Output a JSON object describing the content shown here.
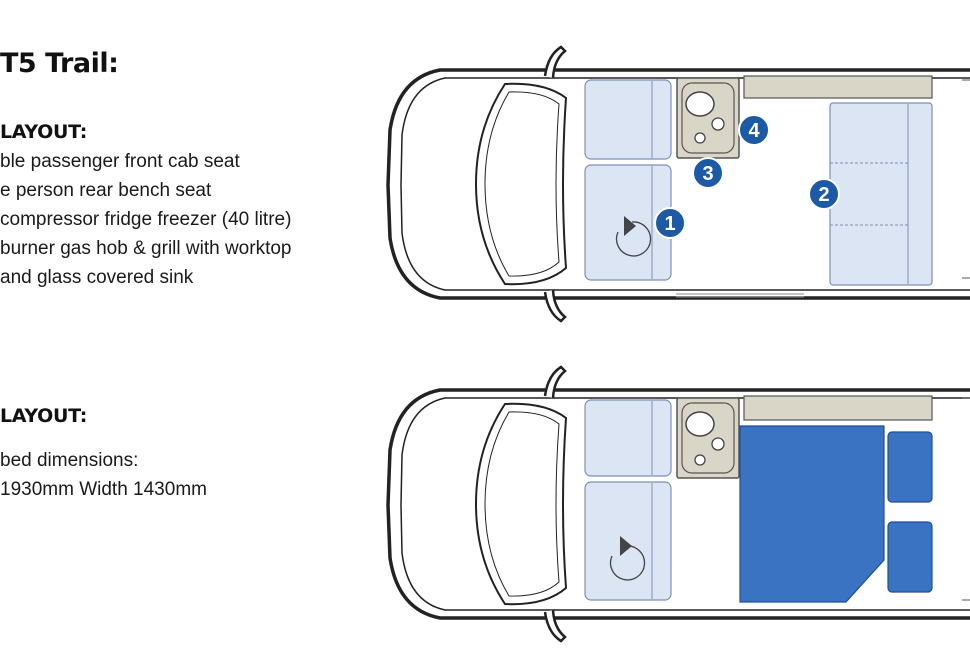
{
  "title": "T5 Trail:",
  "day_layout": {
    "heading": "LAYOUT:",
    "items": [
      "ble passenger front cab seat",
      "e person rear bench seat",
      "compressor fridge freezer (40 litre)",
      "burner gas hob & grill with worktop",
      "and glass covered sink"
    ]
  },
  "night_layout": {
    "heading": "LAYOUT:",
    "lines": [
      "bed dimensions:",
      "1930mm Width 1430mm"
    ]
  },
  "markers": [
    "1",
    "2",
    "3",
    "4"
  ],
  "colors": {
    "outline": "#222222",
    "seat_fill": "#dbe5f4",
    "seat_stroke": "#7d90b8",
    "bed_fill": "#3a73c2",
    "counter_fill": "#d9d6c8",
    "marker_fill": "#1c5aa6"
  }
}
